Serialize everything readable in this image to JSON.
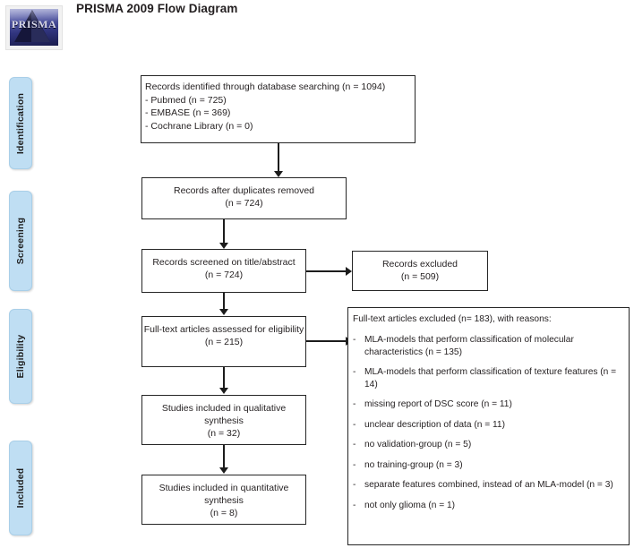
{
  "header": {
    "title": "PRISMA 2009 Flow Diagram",
    "logo_word": "PRISMA",
    "logo_name": "prisma-logo"
  },
  "phases": [
    {
      "label": "Identification"
    },
    {
      "label": "Screening"
    },
    {
      "label": "Eligibility"
    },
    {
      "label": "Included"
    }
  ],
  "boxes": {
    "identified": {
      "lines": [
        "Records identified through database searching (n = 1094)",
        "- Pubmed (n = 725)",
        "- EMBASE (n = 369)",
        "- Cochrane Library (n = 0)"
      ]
    },
    "duplicates_removed": {
      "lines": [
        "Records after duplicates removed",
        "(n = 724)"
      ]
    },
    "screened": {
      "lines": [
        "Records screened on title/abstract",
        "(n = 724)"
      ]
    },
    "records_excluded": {
      "lines": [
        "Records excluded",
        "(n = 509)"
      ]
    },
    "fulltext_assessed": {
      "lines": [
        "Full-text articles assessed for eligibility",
        "(n = 215)"
      ]
    },
    "qualitative": {
      "lines": [
        "Studies included in qualitative",
        "synthesis",
        "(n = 32)"
      ]
    },
    "quantitative": {
      "lines": [
        "Studies included in quantitative",
        "synthesis",
        "(n = 8)"
      ]
    },
    "excluded_reasons": {
      "heading": "Full-text articles excluded (n= 183), with reasons:",
      "dash": "-",
      "items": [
        "MLA-models that perform classification of molecular characteristics (n = 135)",
        "MLA-models that perform classification of texture features (n = 14)",
        "missing report of DSC score  (n = 11)",
        "unclear description of data   (n = 11)",
        "no validation-group (n = 5)",
        "no training-group (n = 3)",
        "separate features combined, instead of an MLA-model (n = 3)",
        "not only glioma (n = 1)"
      ]
    }
  },
  "colors": {
    "phase_bar_fill": "#bfdef3",
    "box_border": "#262626",
    "connector": "#1c1c1c",
    "text": "#231f20"
  }
}
